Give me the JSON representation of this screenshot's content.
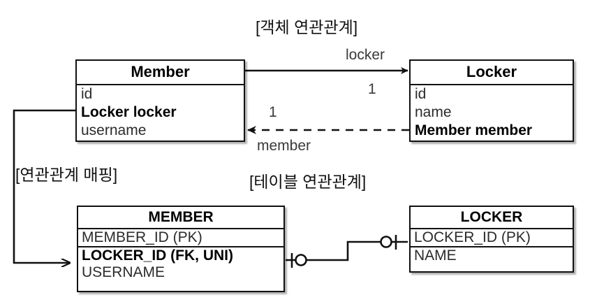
{
  "diagram": {
    "title_object_relation": "[객체 연관관계]",
    "title_table_relation": "[테이블 연관관계]",
    "title_mapping": "[연관관계 매핑]"
  },
  "object_model": {
    "member": {
      "name": "Member",
      "fields": [
        {
          "label": "id",
          "bold": false
        },
        {
          "label": "Locker locker",
          "bold": true
        },
        {
          "label": "username",
          "bold": false
        }
      ]
    },
    "locker": {
      "name": "Locker",
      "fields": [
        {
          "label": "id",
          "bold": false
        },
        {
          "label": "name",
          "bold": false
        },
        {
          "label": "Member member",
          "bold": true
        }
      ]
    },
    "associations": [
      {
        "label": "locker",
        "cardinality": "1",
        "style": "solid",
        "direction": "member-to-locker"
      },
      {
        "label": "member",
        "cardinality": "1",
        "style": "dashed",
        "direction": "locker-to-member"
      }
    ]
  },
  "table_model": {
    "member_table": {
      "name": "MEMBER",
      "columns": [
        {
          "label": "MEMBER_ID (PK)",
          "bold": false
        },
        {
          "label": "LOCKER_ID (FK, UNI)",
          "bold": true
        },
        {
          "label": "USERNAME",
          "bold": false
        }
      ]
    },
    "locker_table": {
      "name": "LOCKER",
      "columns": [
        {
          "label": "LOCKER_ID (PK)",
          "bold": false
        },
        {
          "label": "NAME",
          "bold": false
        }
      ]
    },
    "join": {
      "notation": "one-to-one",
      "left_marker": "tick-circle",
      "right_marker": "circle-tick"
    }
  },
  "colors": {
    "stroke": "#111111",
    "background": "#ffffff",
    "text": "#222222"
  }
}
